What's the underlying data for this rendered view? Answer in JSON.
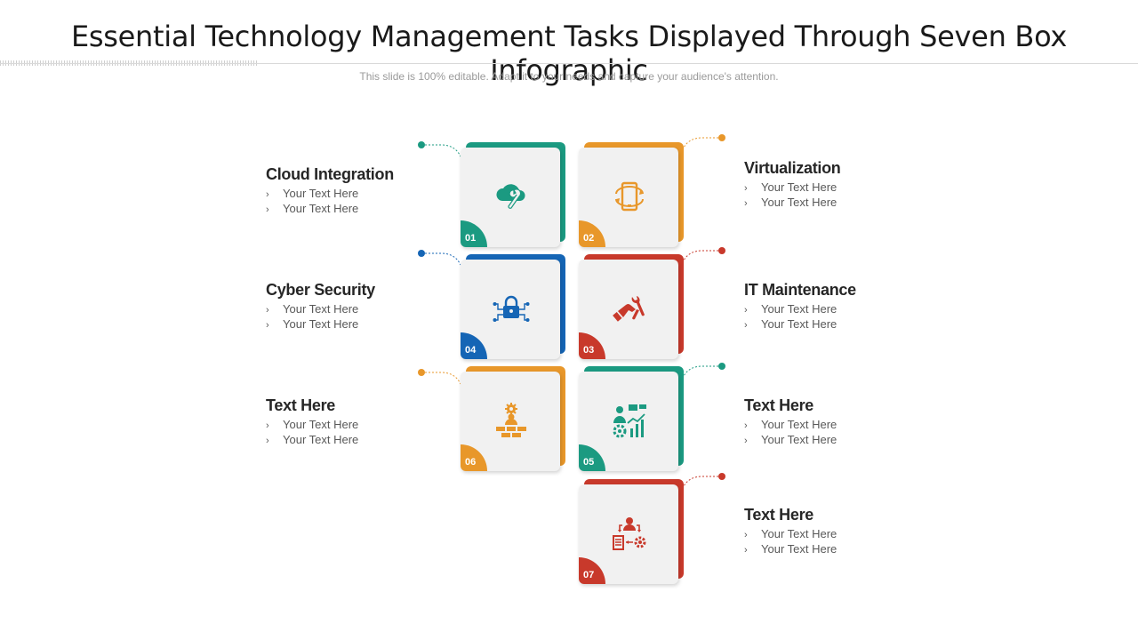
{
  "title": "Essential Technology Management Tasks Displayed Through Seven Box Infographic",
  "subtitle": "This slide is 100% editable. Adapt it to your needs and capture your audience's attention.",
  "colors": {
    "teal": "#1b9a81",
    "orange": "#e8972a",
    "blue": "#1565b5",
    "red": "#c8392b"
  },
  "boxes": [
    {
      "number": "01",
      "color": "#1b9a81",
      "icon": "cloud-wrench-icon"
    },
    {
      "number": "02",
      "color": "#e8972a",
      "icon": "mobile-sync-icon"
    },
    {
      "number": "04",
      "color": "#1565b5",
      "icon": "lock-network-icon"
    },
    {
      "number": "03",
      "color": "#c8392b",
      "icon": "hand-tools-icon"
    },
    {
      "number": "06",
      "color": "#e8972a",
      "icon": "hierarchy-gear-icon"
    },
    {
      "number": "05",
      "color": "#1b9a81",
      "icon": "analyst-chart-icon"
    },
    {
      "number": "07",
      "color": "#c8392b",
      "icon": "engineer-process-icon"
    }
  ],
  "items": [
    {
      "heading": "Cloud Integration",
      "bullets": [
        "Your Text Here",
        "Your Text Here"
      ]
    },
    {
      "heading": "Virtualization",
      "bullets": [
        "Your Text Here",
        "Your Text Here"
      ]
    },
    {
      "heading": "Cyber Security",
      "bullets": [
        "Your Text Here",
        "Your Text Here"
      ]
    },
    {
      "heading": "IT Maintenance",
      "bullets": [
        "Your Text Here",
        "Your Text Here"
      ]
    },
    {
      "heading": "Text Here",
      "bullets": [
        "Your Text Here",
        "Your Text Here"
      ]
    },
    {
      "heading": "Text Here",
      "bullets": [
        "Your Text Here",
        "Your Text Here"
      ]
    },
    {
      "heading": "Text Here",
      "bullets": [
        "Your Text Here",
        "Your Text Here"
      ]
    }
  ],
  "bullet_glyph": "›"
}
